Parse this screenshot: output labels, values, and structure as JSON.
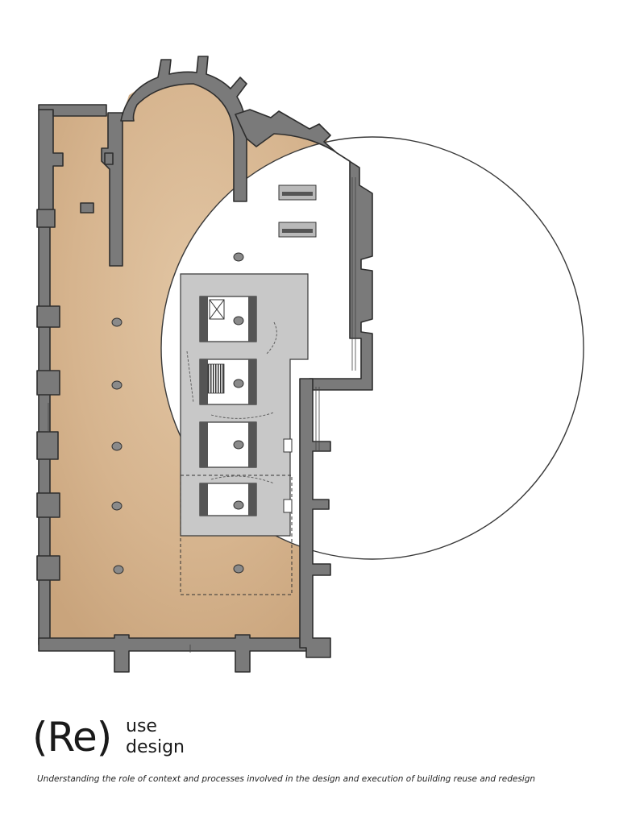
{
  "logo": {
    "paren_text": "(Re)",
    "line1": "use",
    "line2": "design"
  },
  "tagline": "Understanding the role of context and processes involved in the design and execution of building reuse and redesign",
  "colors": {
    "floor_tan": "#d8b894",
    "wall_gray": "#7a7a7a",
    "wall_outline": "#3a3a3a",
    "insert_gray": "#c8c8c8",
    "background": "#ffffff"
  },
  "icons": {
    "column": "circle",
    "elevator": "x-box",
    "stair": "hatched-rect"
  }
}
